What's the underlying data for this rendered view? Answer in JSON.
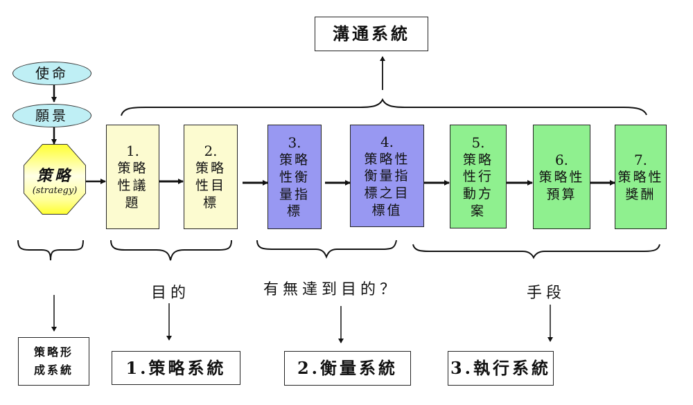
{
  "top": {
    "communication_system": "溝通系統"
  },
  "left_chain": {
    "mission": "使命",
    "vision": "願景",
    "strategy_title": "策略",
    "strategy_subtitle": "(strategy)"
  },
  "steps": [
    {
      "num": "1.",
      "lines": [
        "策略",
        "性議",
        "題"
      ],
      "color": "#fcfbd0"
    },
    {
      "num": "2.",
      "lines": [
        "策略",
        "性目",
        "標"
      ],
      "color": "#fcfbd0"
    },
    {
      "num": "3.",
      "lines": [
        "策略",
        "性衡",
        "量指",
        "標"
      ],
      "color": "#9898f2"
    },
    {
      "num": "4.",
      "lines": [
        "策略性",
        "衡量指",
        "標之目",
        "標值"
      ],
      "color": "#9898f2"
    },
    {
      "num": "5.",
      "lines": [
        "策略",
        "性行",
        "動方",
        "案"
      ],
      "color": "#8ff08f"
    },
    {
      "num": "6.",
      "lines": [
        "策略性",
        "預算"
      ],
      "color": "#8ff08f"
    },
    {
      "num": "7.",
      "lines": [
        "策略性",
        "獎酬"
      ],
      "color": "#8ff08f"
    }
  ],
  "group_labels": {
    "purpose": "目的",
    "achieved": "有無達到目的？",
    "means": "手段"
  },
  "systems": {
    "formation_line1": "策略形",
    "formation_line2": "成系統",
    "strategy_system": "1.策略系統",
    "measurement_system": "2.衡量系統",
    "execution_system": "3.執行系統"
  }
}
